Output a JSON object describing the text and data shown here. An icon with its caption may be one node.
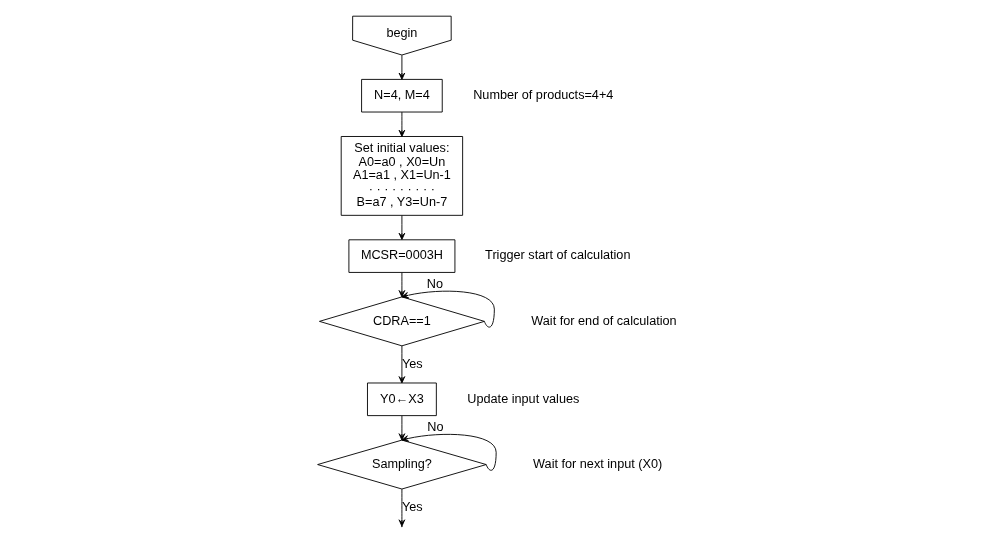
{
  "diagram": {
    "nodes": [
      {
        "text": [
          "begin"
        ]
      },
      {
        "text": [
          "N=4, M=4"
        ],
        "beside": [
          "Number of products=4+4"
        ]
      },
      {
        "text": [
          "Set initial values:",
          "A0=a0 , X0=Un",
          "A1=a1 , X1=Un-1",
          "· · · · · · · · ·",
          "B=a7 , Y3=Un-7"
        ]
      },
      {
        "text": [
          "MCSR=0003H"
        ],
        "beside": [
          "Trigger start of calculation"
        ]
      },
      {
        "text": [
          "CDRA==1"
        ],
        "beside": [
          "Wait for end of calculation"
        ]
      },
      {
        "text": [
          "Y0←X3"
        ],
        "beside": [
          "Update input values"
        ]
      },
      {
        "text": [
          "Sampling?"
        ],
        "beside": [
          "Wait for next input (X0)"
        ]
      }
    ],
    "edges": [
      {
        "from": 0,
        "to": 1,
        "arrow": "to"
      },
      {
        "from": 1,
        "to": 2,
        "arrow": "to"
      },
      {
        "from": 2,
        "to": 3,
        "arrow": "to"
      },
      {
        "from": 3,
        "to": 4,
        "arrow": "to"
      },
      {
        "from": 4,
        "to": 4,
        "label": "No",
        "arrow": "to"
      },
      {
        "from": 4,
        "to": 5,
        "label": "Yes",
        "arrow": "to"
      },
      {
        "from": 5,
        "to": 6,
        "arrow": "to"
      },
      {
        "from": 6,
        "to": 6,
        "label": "No",
        "arrow": "to"
      },
      {
        "from": 6,
        "to": null,
        "label": "Yes",
        "arrow": "to"
      }
    ]
  }
}
